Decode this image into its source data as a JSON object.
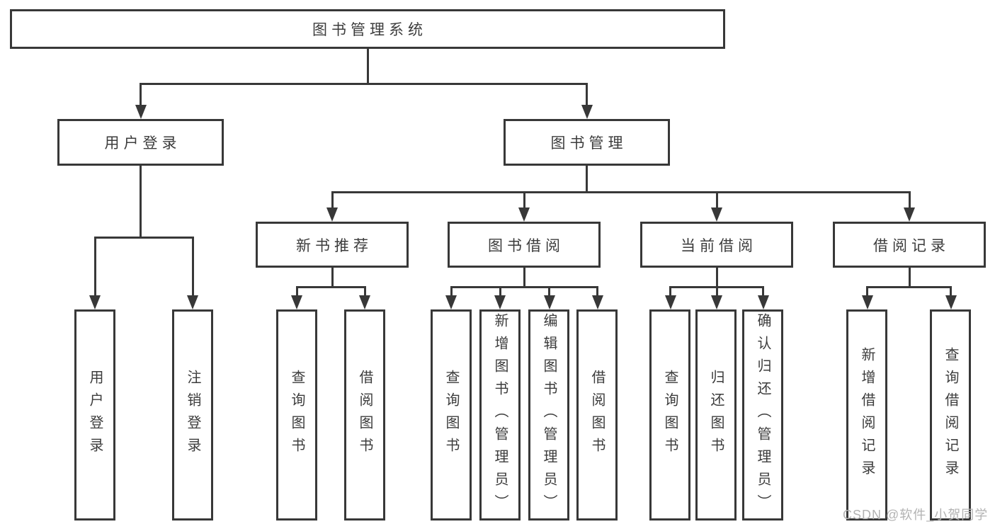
{
  "tree": {
    "label": "图书管理系统",
    "children": [
      {
        "label": "用户登录",
        "children": [
          {
            "label": "用户登录"
          },
          {
            "label": "注销登录"
          }
        ]
      },
      {
        "label": "图书管理",
        "children": [
          {
            "label": "新书推荐",
            "children": [
              {
                "label": "查询图书"
              },
              {
                "label": "借阅图书"
              }
            ]
          },
          {
            "label": "图书借阅",
            "children": [
              {
                "label": "查询图书"
              },
              {
                "label": "新增图书（管理员）"
              },
              {
                "label": "编辑图书（管理员）"
              },
              {
                "label": "借阅图书"
              }
            ]
          },
          {
            "label": "当前借阅",
            "children": [
              {
                "label": "查询图书"
              },
              {
                "label": "归还图书"
              },
              {
                "label": "确认归还（管理员）"
              }
            ]
          },
          {
            "label": "借阅记录",
            "children": [
              {
                "label": "新增借阅记录"
              },
              {
                "label": "查询借阅记录"
              }
            ]
          }
        ]
      }
    ]
  },
  "watermark": {
    "text": "CSDN @软件_小贺同学"
  },
  "colors": {
    "line": "#383838",
    "box_border": "#383838",
    "text": "#3c3c3c",
    "background": "#ffffff",
    "watermark": "#b3b3b3"
  }
}
